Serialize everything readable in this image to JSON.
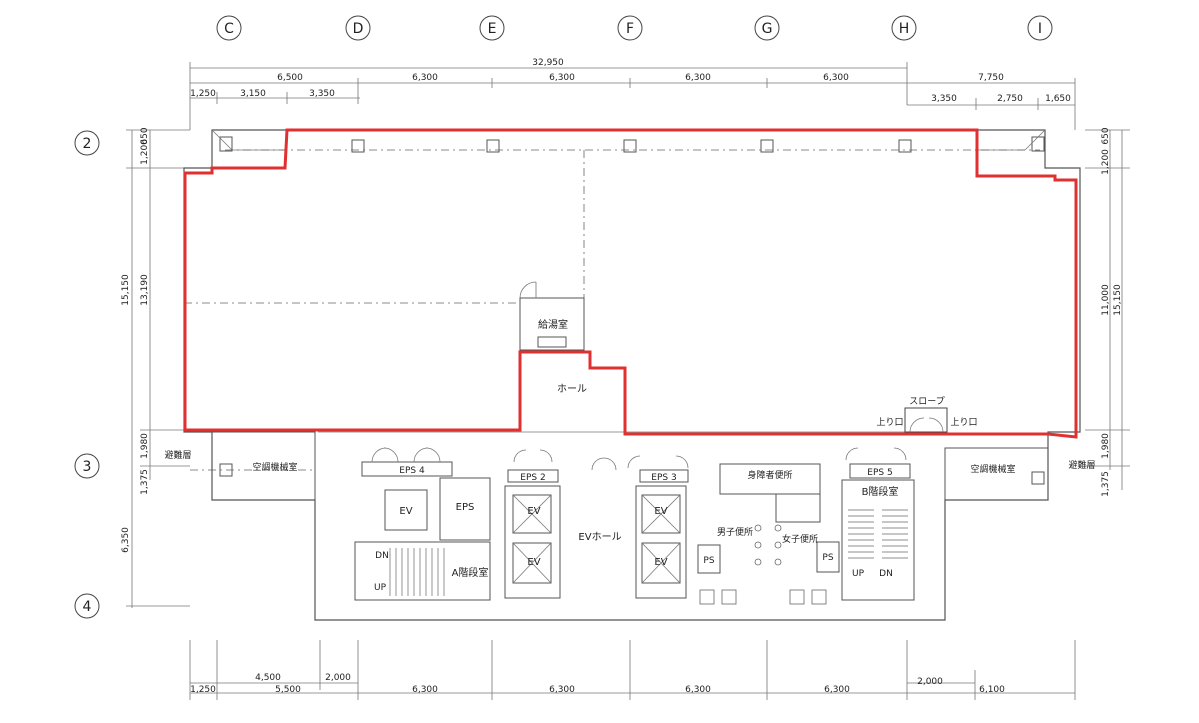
{
  "grid": {
    "columns": [
      "C",
      "D",
      "E",
      "F",
      "G",
      "H",
      "I"
    ],
    "rows": [
      "2",
      "3",
      "4"
    ]
  },
  "top_dims": {
    "overall_left": "32,950",
    "overall_right": "7,750",
    "row1": [
      "6,500",
      "6,300",
      "6,300",
      "6,300",
      "6,300"
    ],
    "row2_left": [
      "1,250",
      "3,150",
      "3,350"
    ],
    "row2_right": [
      "3,350",
      "2,750",
      "1,650"
    ]
  },
  "bottom_dims": {
    "row1": [
      "4,500",
      "2,000",
      "2,000"
    ],
    "row2": [
      "1,250",
      "5,500",
      "6,300",
      "6,300",
      "6,300",
      "6,300",
      "6,100"
    ]
  },
  "left_dims": [
    "650",
    "1,200",
    "13,190",
    "15,150",
    "1,980",
    "1,375",
    "6,350"
  ],
  "right_dims": [
    "650",
    "1,200",
    "11,000",
    "15,150",
    "1,980",
    "1,375"
  ],
  "rooms": {
    "kyuto": "給湯室",
    "hall": "ホール",
    "slope": "スロープ",
    "up_left": "上り口",
    "up_right": "上り口",
    "refuge_left": "避難層",
    "refuge_right": "避難層",
    "ac_left": "空調機械室",
    "ac_right": "空調機械室",
    "eps4": "EPS 4",
    "eps2": "EPS 2",
    "eps3": "EPS 3",
    "eps5": "EPS 5",
    "eps": "EPS",
    "ev": "EV",
    "ev_hall": "EVホール",
    "stair_a": "A階段室",
    "stair_b": "B階段室",
    "accessible_wc": "身障者便所",
    "male_wc": "男子便所",
    "female_wc": "女子便所",
    "ps": "PS",
    "dn": "DN",
    "up": "UP"
  }
}
